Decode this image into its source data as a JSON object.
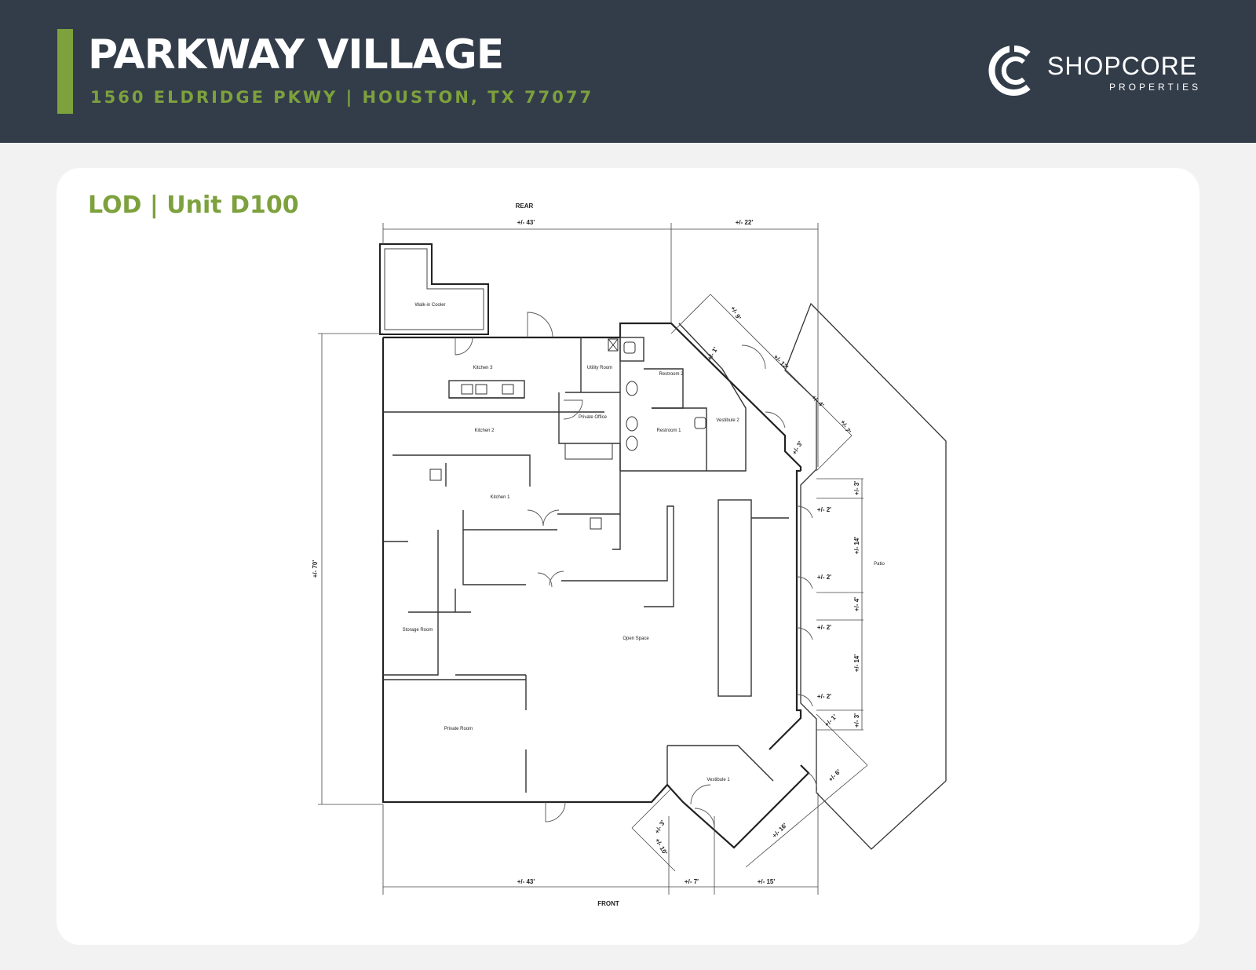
{
  "header": {
    "title": "PARKWAY VILLAGE",
    "address": "1560 ELDRIDGE PKWY  |  HOUSTON, TX 77077"
  },
  "logo": {
    "name": "SHOPCORE",
    "tagline": "PROPERTIES"
  },
  "section": {
    "title": "LOD | Unit D100"
  },
  "floorplan": {
    "orientation": {
      "top": "REAR",
      "bottom": "FRONT"
    },
    "rooms": {
      "walk_in_cooler": "Walk-in Cooler",
      "kitchen_3": "Kitchen 3",
      "kitchen_2": "Kitchen 2",
      "kitchen_1": "Kitchen 1",
      "utility_room": "Utility Room",
      "private_office": "Private Office",
      "restroom_2": "Restroom 2",
      "restroom_1": "Restroom 1",
      "vestibule_2": "Vestibule 2",
      "vestibule_1": "Vestibule 1",
      "storage_room": "Storage Room",
      "private_room": "Private Room",
      "open_space": "Open Space",
      "patio": "Patio"
    },
    "dimensions": {
      "top_left": "+/- 43'",
      "top_right": "+/- 22'",
      "left_height": "+/- 70'",
      "bottom_left": "+/- 43'",
      "bottom_mid": "+/- 7'",
      "bottom_right": "+/- 15'",
      "diag_9": "+/- 9'",
      "diag_1_top": "+/- 1'",
      "diag_12": "+/- 12'",
      "diag_4_top": "+/- 4'",
      "diag_7": "+/- 7'",
      "diag_3_top": "+/- 3'",
      "right_3_top": "+/- 3'",
      "right_2_a": "+/- 2'",
      "right_14_a": "+/- 14'",
      "right_2_b": "+/- 2'",
      "right_4": "+/- 4'",
      "right_2_c": "+/- 2'",
      "right_14_b": "+/- 14'",
      "right_2_d": "+/- 2'",
      "right_3_bottom": "+/- 3'",
      "diag_1_bottom": "+/- 1'",
      "diag_6": "+/- 6'",
      "diag_16": "+/- 16'",
      "diag_3_bottom": "+/- 3'",
      "diag_10": "+/- 10'"
    }
  }
}
